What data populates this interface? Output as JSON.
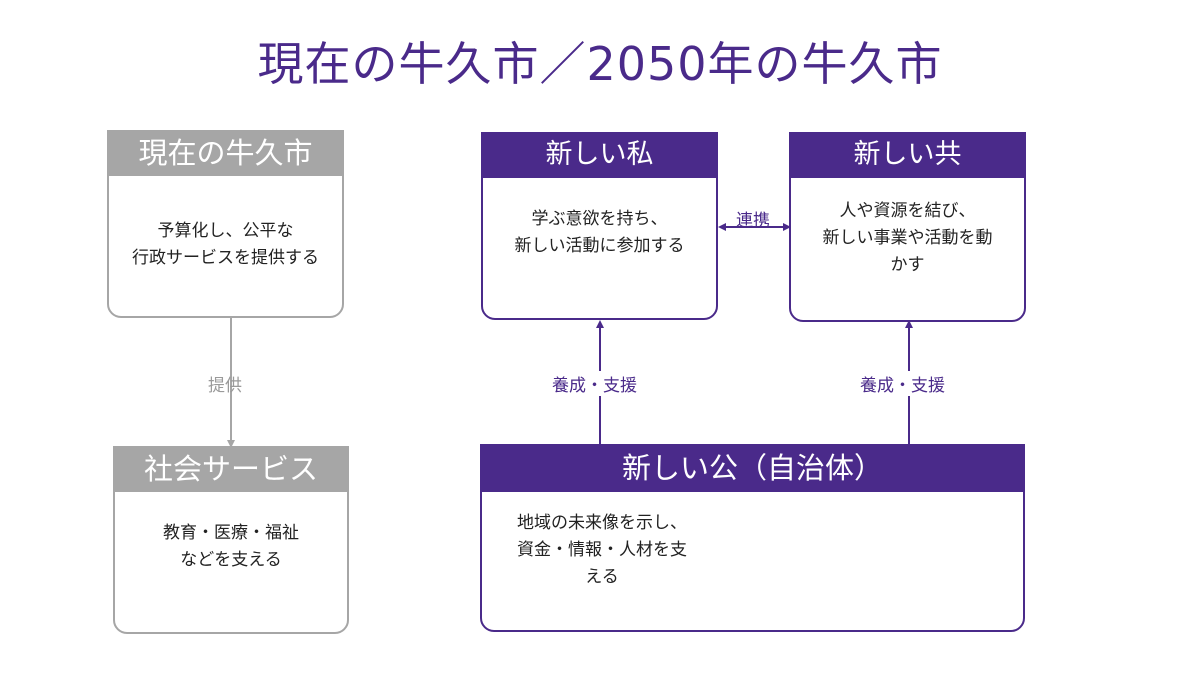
{
  "title": "現在の牛久市／2050年の牛久市",
  "current": {
    "header": "現在の牛久市",
    "lines": [
      "予算化し、公平な",
      "行政サービスを提供する"
    ]
  },
  "social": {
    "header": "社会サービス",
    "lines": [
      "教育・医療・福祉",
      "などを支える"
    ]
  },
  "private": {
    "header": "新しい私",
    "lines": [
      "学ぶ意欲を持ち、",
      "新しい活動に参加する"
    ]
  },
  "common": {
    "header": "新しい共",
    "lines": [
      "人や資源を結び、",
      "新しい事業や活動を動",
      "かす"
    ]
  },
  "public": {
    "header": "新しい公（自治体）",
    "lines": [
      "地域の未来像を示し、",
      "資金・情報・人材を支",
      "える"
    ]
  },
  "labels": {
    "provide": "提供",
    "link": "連携",
    "support_left": "養成・支援",
    "support_right": "養成・支援"
  },
  "colors": {
    "purple": "#4a2a8a",
    "gray": "#a6a6a6"
  }
}
